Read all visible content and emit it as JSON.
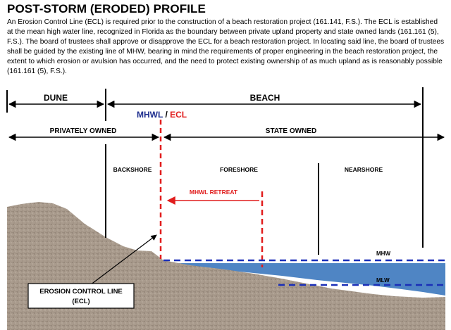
{
  "title": "POST-STORM  (ERODED) PROFILE",
  "description": "An Erosion Control Line (ECL) is required prior to the construction of a beach restoration project (161.141, F.S.).  The ECL is established at the mean high water line, recognized in Florida as the boundary between private upland property and state owned lands (161.161 (5), F.S.).  The board of trustees shall approve or disapprove the ECL for a beach restoration project. In locating said line, the board of trustees shall be guided by the existing line of MHW, bearing in mind the requirements of proper engineering in the beach restoration project, the extent to which erosion or avulsion has occurred, and the need to protect existing ownership of as much upland as is reasonably possible (161.161 (5), F.S.).",
  "labels": {
    "dune": "DUNE",
    "beach": "BEACH",
    "mhwl": "MHWL",
    "separator": " / ",
    "ecl": "ECL",
    "privately_owned": "PRIVATELY OWNED",
    "state_owned": "STATE OWNED",
    "backshore": "BACKSHORE",
    "foreshore": "FORESHORE",
    "nearshore": "NEARSHORE",
    "retreat": "MHWL RETREAT",
    "mhw": "MHW",
    "mlw": "MLW",
    "ecl_box_line1": "EROSION CONTROL LINE",
    "ecl_box_line2": "(ECL)"
  },
  "colors": {
    "mhwl_blue": "#1f2f8f",
    "ecl_red": "#e11d1d",
    "water_blue": "#4f85c4",
    "water_dash": "#1a2fb8",
    "sand": "#a89a8c"
  }
}
